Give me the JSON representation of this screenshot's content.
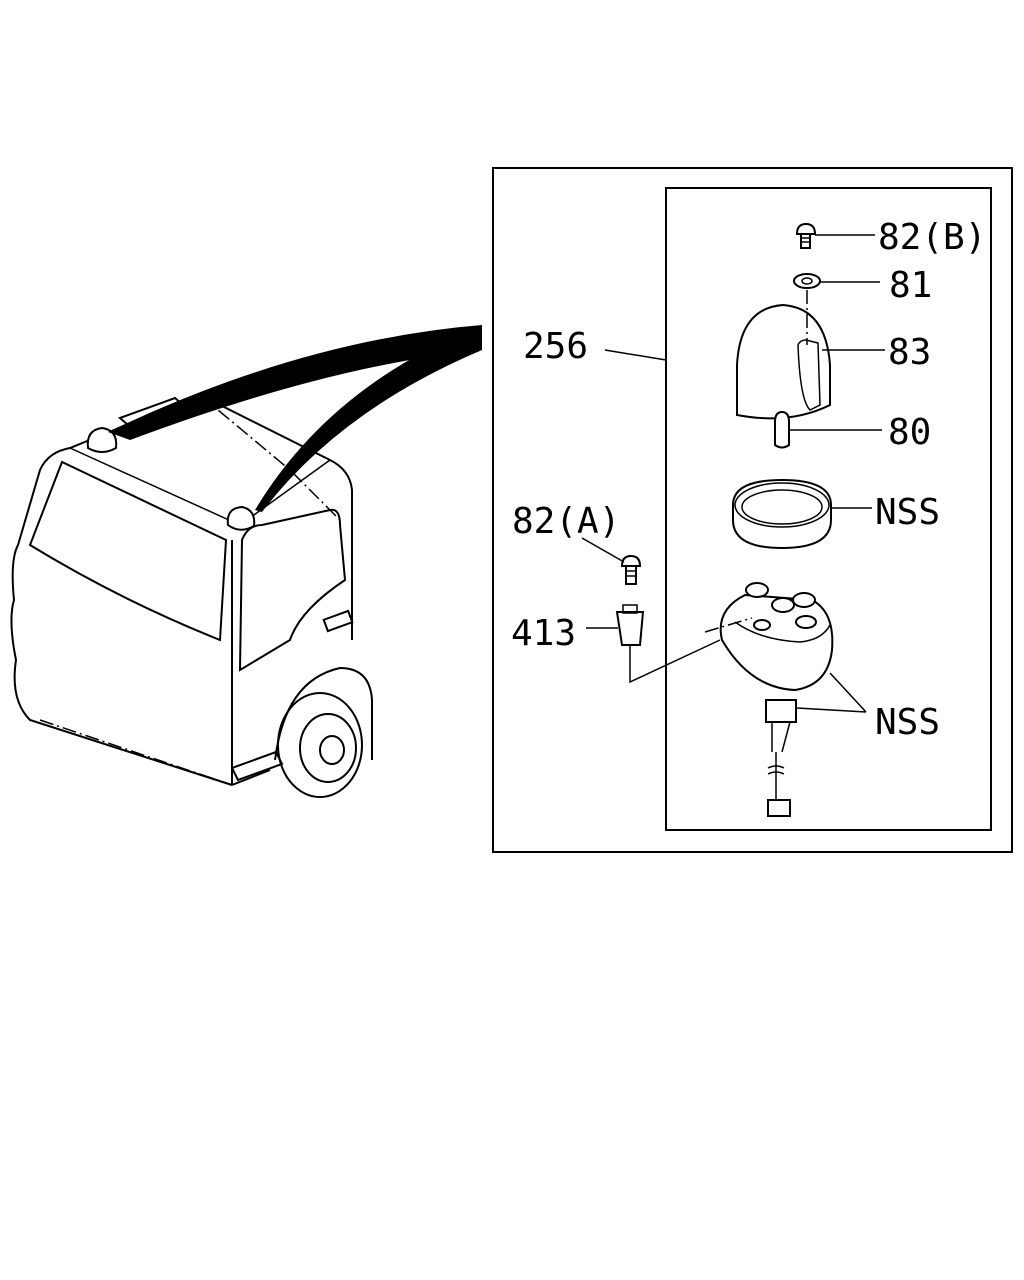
{
  "callouts": {
    "c256": "256",
    "c82b": "82(B)",
    "c81": "81",
    "c83": "83",
    "c80": "80",
    "nss_gasket": "NSS",
    "c82a": "82(A)",
    "c413": "413",
    "nss_base": "NSS"
  }
}
